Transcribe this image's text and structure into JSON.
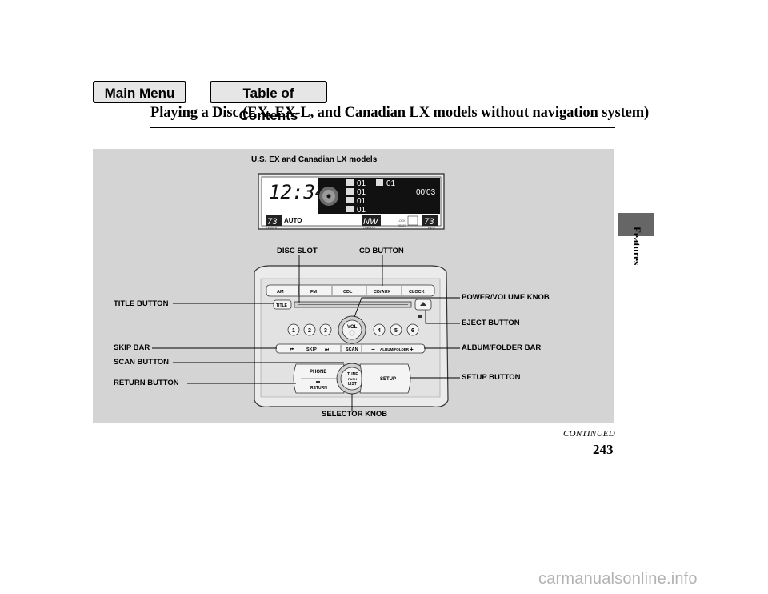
{
  "nav": {
    "main_menu": "Main Menu",
    "table_of_contents": "Table of Contents"
  },
  "page": {
    "title": "Playing a Disc (EX, EX-L, and Canadian LX models without navigation system)",
    "section_tab": "Features",
    "continued": "CONTINUED",
    "page_number": "243",
    "watermark": "carmanualsonline.info"
  },
  "figure": {
    "caption": "U.S. EX and Canadian LX models",
    "callouts": {
      "disc_slot": "DISC SLOT",
      "cd_button": "CD BUTTON",
      "title_button": "TITLE BUTTON",
      "power_volume_knob": "POWER/VOLUME KNOB",
      "eject_button": "EJECT BUTTON",
      "skip_bar": "SKIP BAR",
      "album_folder_bar": "ALBUM/FOLDER BAR",
      "scan_button": "SCAN BUTTON",
      "setup_button": "SETUP BUTTON",
      "return_button": "RETURN BUTTON",
      "selector_knob": "SELECTOR KNOB"
    },
    "display": {
      "clock": "12:34",
      "row1_left": "01",
      "row1_right": "01",
      "row2": "01",
      "row2_time": "00'03",
      "row3": "01",
      "row4": "01",
      "temp_driver": "73",
      "temp_passenger": "73",
      "driver_label": "DRIVER",
      "passenger_label": "PASS",
      "mode": "AUTO",
      "compass": "NW",
      "compass_label": "COMPASS",
      "lock_label": "LOCK",
      "rear_label": "REAR"
    },
    "buttons": {
      "am": "AM",
      "fm": "FM",
      "cdl": "CDL",
      "cd_aux": "CD/AUX",
      "clock": "CLOCK",
      "title": "TITLE",
      "vol": "VOL",
      "presets": [
        "1",
        "2",
        "3",
        "4",
        "5",
        "6"
      ],
      "skip": "SKIP",
      "scan": "SCAN",
      "album_folder": "ALBUM/FOLDER",
      "phone": "PHONE",
      "return": "RETURN",
      "tune": "TUNE",
      "push": "PUSH",
      "list": "LIST",
      "setup": "SETUP"
    }
  },
  "colors": {
    "figure_bg": "#d4d4d4",
    "tab_gray": "#666666",
    "watermark": "#b3b3b3"
  }
}
